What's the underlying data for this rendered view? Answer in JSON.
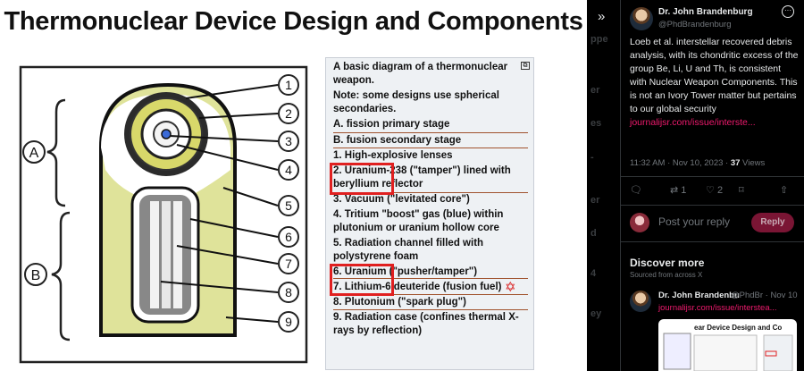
{
  "slide": {
    "title": "Thermonuclear Device Design and Components",
    "diagram": {
      "group_labels": [
        "A",
        "B"
      ],
      "callouts": [
        "1",
        "2",
        "3",
        "4",
        "5",
        "6",
        "7",
        "8",
        "9"
      ]
    },
    "legend": {
      "lines": [
        "A basic diagram of a thermonuclear",
        "weapon.",
        "Note: some designs use spherical",
        "secondaries.",
        "A. fission primary stage",
        "B. fusion secondary stage",
        "1. High-explosive lenses",
        "2. Uranium-238 (\"tamper\") lined with",
        "beryllium reflector",
        "3. Vacuum (\"levitated core\")",
        "4. Tritium \"boost\" gas (blue) within",
        "plutonium or uranium hollow core",
        "5. Radiation channel filled with",
        "polystyrene foam",
        "6. Uranium (\"pusher/tamper\")",
        "7. Lithium-6 deuteride (fusion fuel)",
        "8. Plutonium (\"spark plug\")",
        "9. Radiation case (confines thermal X-",
        "rays by reflection)"
      ],
      "star_icon": "star-of-david-icon",
      "highlight_color": "#e02020"
    }
  },
  "panel": {
    "ghost_text": [
      "ppe",
      "er",
      "es",
      "-",
      "er",
      "d",
      "4",
      "ey"
    ],
    "tweet": {
      "author": "Dr. John Brandenburg",
      "handle": "@PhdBrandenburg",
      "body": "Loeb et al. interstellar recovered debris analysis, with its chondritic excess of the group Be, Li, U and Th, is consistent with Nuclear Weapon Components. This is not an Ivory Tower matter but pertains to our global security",
      "link": "journalijsr.com/issue/interste...",
      "time": "11:32 AM · Nov 10, 2023 · ",
      "views_count": "37",
      "views_label": " Views",
      "retweet_count": "1",
      "like_count": "2"
    },
    "reply": {
      "placeholder": "Post your reply",
      "button": "Reply"
    },
    "discover": {
      "title": "Discover more",
      "subtitle": "Sourced from across X",
      "item": {
        "author": "Dr. John Brandenbu",
        "handle": "@PhdBr · Nov 10",
        "link": "journalijsr.com/issue/intersteа...",
        "thumb_title": "ear Device Design and Co"
      }
    },
    "accent_color": "#f01a6e"
  }
}
